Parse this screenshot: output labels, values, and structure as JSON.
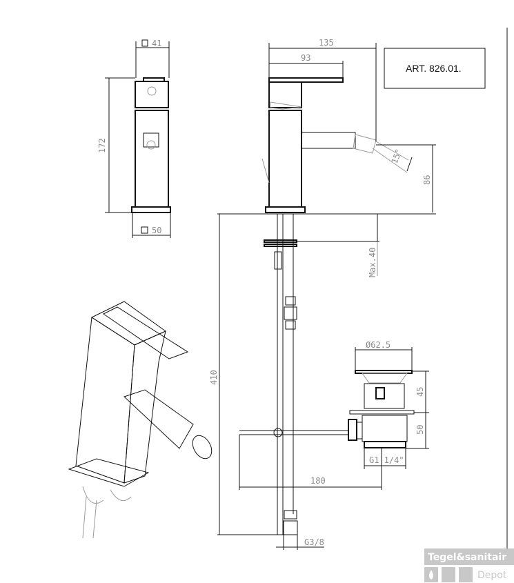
{
  "title_block": {
    "article": "ART. 826.01."
  },
  "front_view": {
    "top_width": "41",
    "height": "172",
    "base_width": "50"
  },
  "side_view": {
    "total_depth": "135",
    "lever_length": "93",
    "spout_angle": "15°",
    "spout_height": "86",
    "max_deck": "Max.40",
    "hose_length": "410",
    "rod_length": "180",
    "hose_connection": "G3/8"
  },
  "waste_view": {
    "diameter": "Ø62.5",
    "upper_height": "45",
    "lower_height": "50",
    "thread": "G1 1/4\""
  },
  "watermark": {
    "line1": "Tegel&sanitair",
    "line2": "Depot"
  }
}
